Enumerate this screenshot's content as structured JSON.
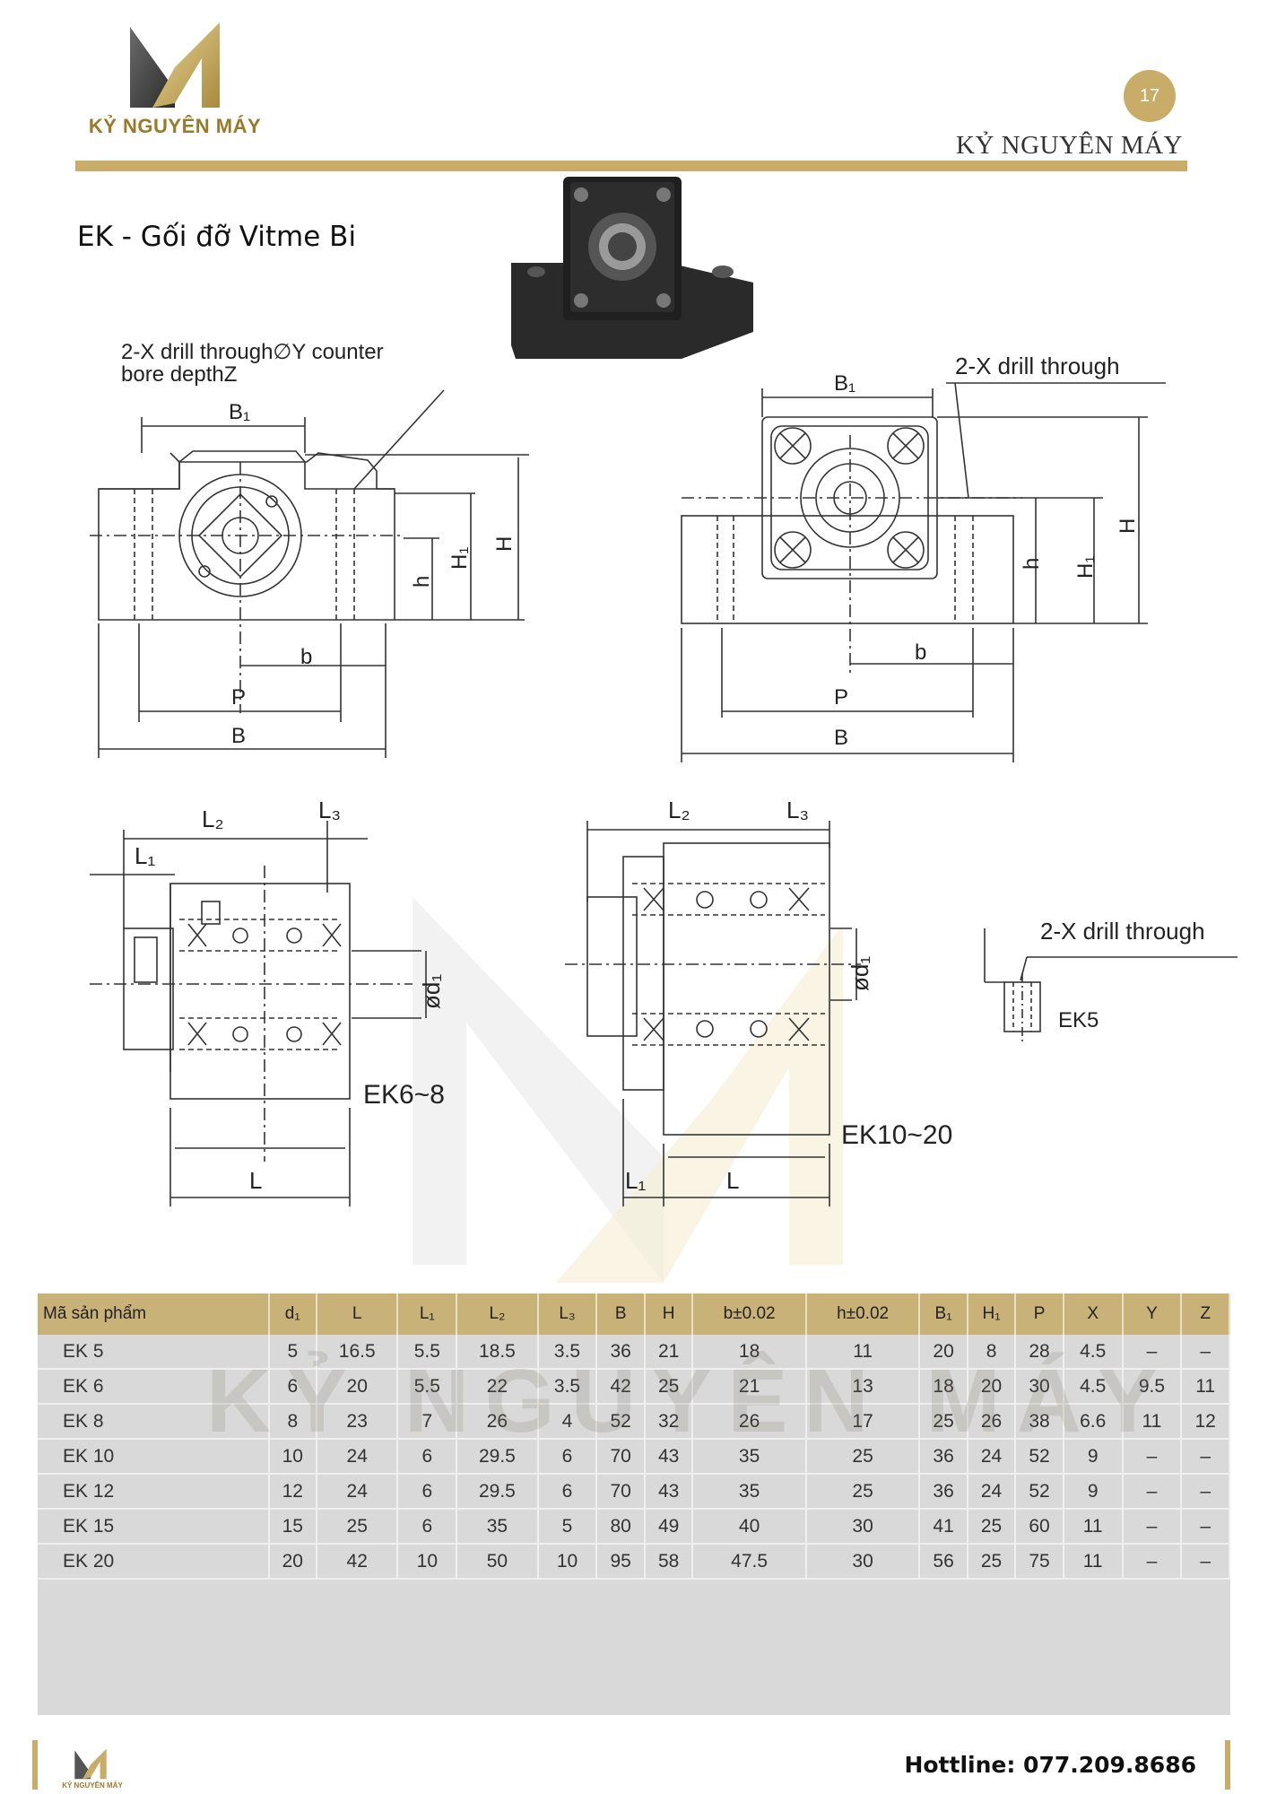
{
  "brand": {
    "logo_text": "KỶ NGUYÊN MÁY",
    "header_name": "KỶ NGUYÊN MÁY",
    "page_number": "17",
    "accent_color": "#c8ac68",
    "watermark_text": "KỶ NGUYÊN MÁY"
  },
  "section": {
    "title": "EK - Gối đỡ Vitme Bi"
  },
  "drawing_labels": {
    "left_note_line1": "2-X drill through∅Y counter",
    "left_note_line2": "bore depthZ",
    "right_note": "2-X drill through",
    "ek5_note": "2-X drill through",
    "B1": "B₁",
    "H": "H",
    "H1": "H₁",
    "h": "h",
    "b": "b",
    "P": "P",
    "B": "B",
    "L": "L",
    "L1": "L₁",
    "L2": "L₂",
    "L3": "L₃",
    "d1": "ød₁",
    "ek6_8": "EK6~8",
    "ek10_20": "EK10~20",
    "ek5": "EK5"
  },
  "table": {
    "headers": [
      "Mã sản phẩm",
      "d₁",
      "L",
      "L₁",
      "L₂",
      "L₃",
      "B",
      "H",
      "b±0.02",
      "h±0.02",
      "B₁",
      "H₁",
      "P",
      "X",
      "Y",
      "Z"
    ],
    "rows": [
      [
        "EK  5",
        "5",
        "16.5",
        "5.5",
        "18.5",
        "3.5",
        "36",
        "21",
        "18",
        "11",
        "20",
        "8",
        "28",
        "4.5",
        "–",
        "–"
      ],
      [
        "EK  6",
        "6",
        "20",
        "5.5",
        "22",
        "3.5",
        "42",
        "25",
        "21",
        "13",
        "18",
        "20",
        "30",
        "4.5",
        "9.5",
        "11"
      ],
      [
        "EK  8",
        "8",
        "23",
        "7",
        "26",
        "4",
        "52",
        "32",
        "26",
        "17",
        "25",
        "26",
        "38",
        "6.6",
        "11",
        "12"
      ],
      [
        "EK  10",
        "10",
        "24",
        "6",
        "29.5",
        "6",
        "70",
        "43",
        "35",
        "25",
        "36",
        "24",
        "52",
        "9",
        "–",
        "–"
      ],
      [
        "EK  12",
        "12",
        "24",
        "6",
        "29.5",
        "6",
        "70",
        "43",
        "35",
        "25",
        "36",
        "24",
        "52",
        "9",
        "–",
        "–"
      ],
      [
        "EK  15",
        "15",
        "25",
        "6",
        "35",
        "5",
        "80",
        "49",
        "40",
        "30",
        "41",
        "25",
        "60",
        "11",
        "–",
        "–"
      ],
      [
        "EK  20",
        "20",
        "42",
        "10",
        "50",
        "10",
        "95",
        "58",
        "47.5",
        "30",
        "56",
        "25",
        "75",
        "11",
        "–",
        "–"
      ]
    ]
  },
  "footer": {
    "hotline": "Hottline: 077.209.8686"
  }
}
